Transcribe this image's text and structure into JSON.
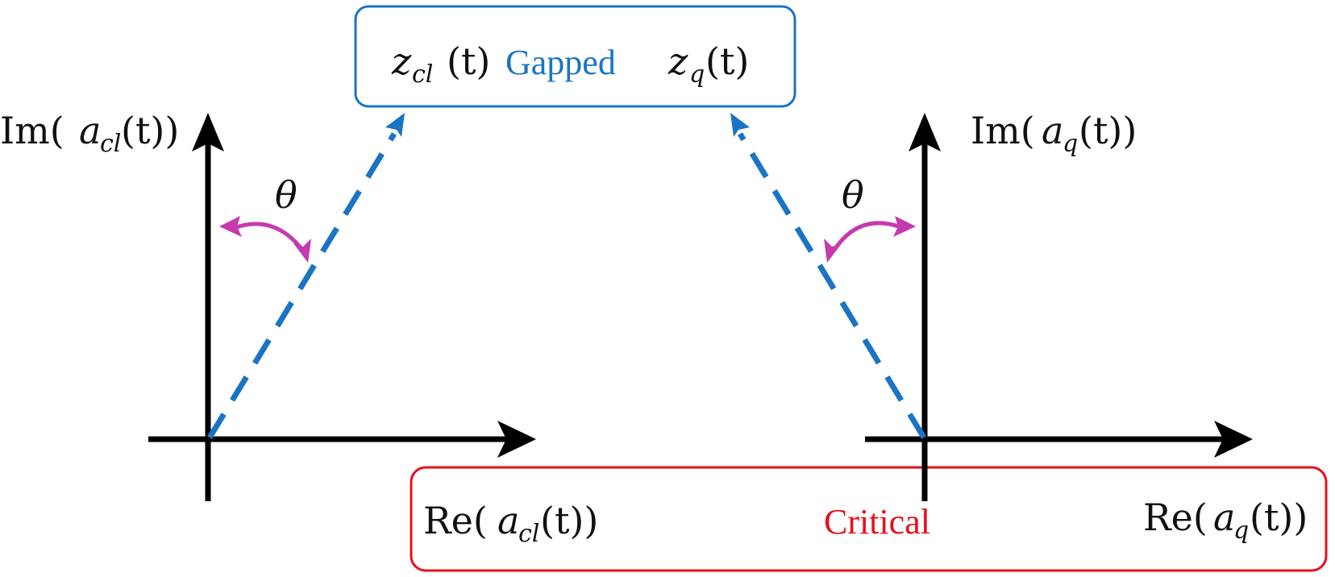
{
  "gapped_box": {
    "left_term": "z",
    "left_sub": "cl",
    "left_arg": "(t)",
    "label": "Gapped",
    "right_term": "z",
    "right_sub": "q",
    "right_arg": "(t)"
  },
  "critical_box": {
    "label": "Critical"
  },
  "left_axes": {
    "y_label_prefix": "Im(",
    "y_label_var": "a",
    "y_label_sub": "cl",
    "y_label_suffix": "(t))",
    "x_label_prefix": "Re(",
    "x_label_var": "a",
    "x_label_sub": "cl",
    "x_label_suffix": "(t))",
    "angle_symbol": "θ"
  },
  "right_axes": {
    "y_label_prefix": "Im(",
    "y_label_var": "a",
    "y_label_sub": "q",
    "y_label_suffix": "(t))",
    "x_label_prefix": "Re(",
    "x_label_var": "a",
    "x_label_sub": "q",
    "x_label_suffix": "(t))",
    "angle_symbol": "θ"
  },
  "colors": {
    "axis": "#000000",
    "gapped": "#1a74c4",
    "critical": "#e8101c",
    "angle_arc": "#c53ab0",
    "text": "#111111"
  }
}
